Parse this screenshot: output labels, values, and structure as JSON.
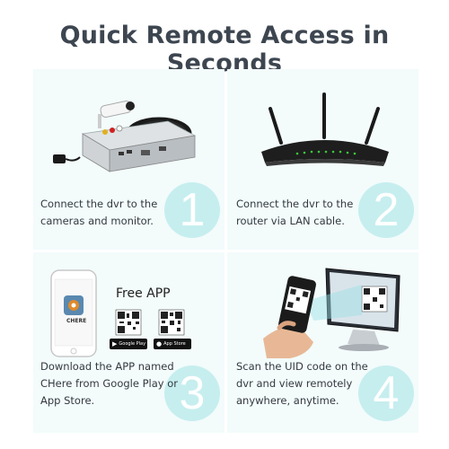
{
  "header": {
    "title": "Quick Remote Access in Seconds"
  },
  "colors": {
    "title": "#3d4650",
    "panel": "#f3fbfb",
    "number_circle": "#c6eeef",
    "text": "#333a40"
  },
  "steps": [
    {
      "number": "1",
      "text_lines": [
        "Connect the dvr to the",
        "cameras and monitor."
      ],
      "image": "dvr-with-camera-icon"
    },
    {
      "number": "2",
      "text_lines": [
        "Connect the dvr to the",
        "router via LAN cable."
      ],
      "image": "router-icon"
    },
    {
      "number": "3",
      "text_lines": [
        "Download the APP named",
        "CHere from Google Play or",
        "App Store."
      ],
      "image": "phone-app-icon"
    },
    {
      "number": "4",
      "text_lines": [
        "Scan the UID code on the",
        "dvr and view remotely",
        "anywhere, anytime."
      ],
      "image": "scan-qr-icon"
    }
  ],
  "app": {
    "free_label": "Free APP",
    "app_name": "CHERE",
    "google_play": "Google Play",
    "app_store": "App Store"
  }
}
